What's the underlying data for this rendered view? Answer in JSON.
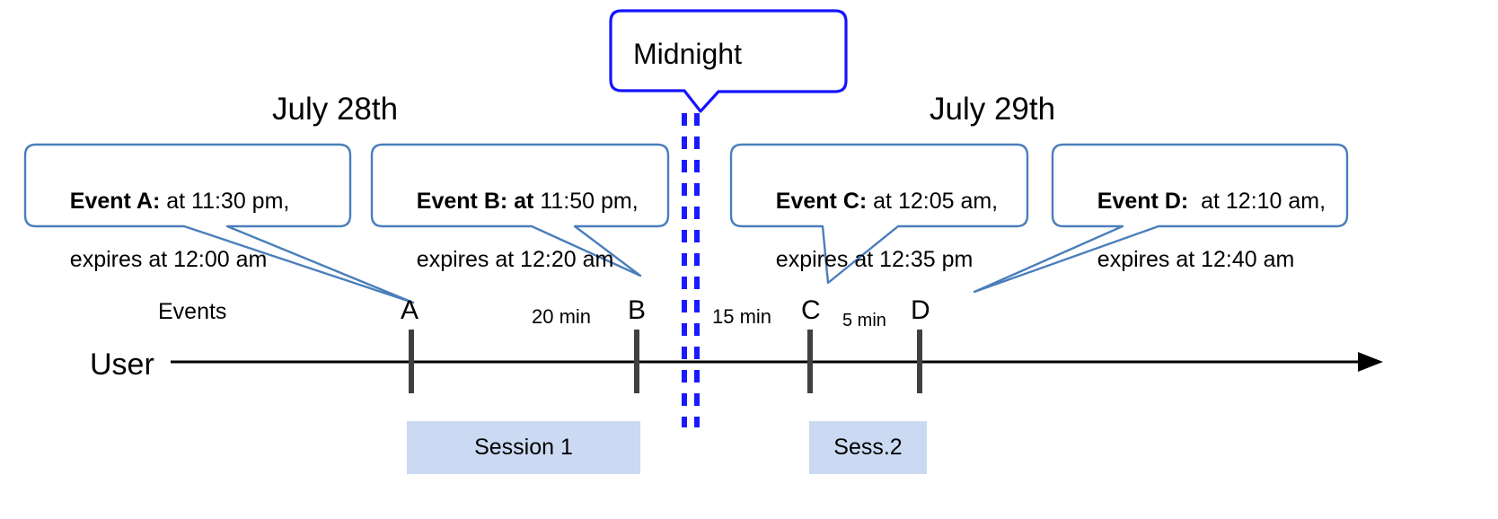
{
  "diagram": {
    "title_callout": {
      "label": "Midnight"
    },
    "dates": [
      {
        "label": "July 28th"
      },
      {
        "label": "July 29th"
      }
    ],
    "row_labels": {
      "events": "Events",
      "user": "User"
    },
    "event_callouts": [
      {
        "id": "event-a",
        "bold": "Event A:",
        "rest": " at 11:30 pm,",
        "line2": "expires at 12:00 am"
      },
      {
        "id": "event-b",
        "bold": "Event B: at",
        "rest": " 11:50 pm,",
        "line2": "expires at 12:20 am"
      },
      {
        "id": "event-c",
        "bold": "Event C:",
        "rest": " at 12:05 am,",
        "line2": "expires at 12:35 pm"
      },
      {
        "id": "event-d",
        "bold": "Event D:",
        "rest": "  at 12:10 am,",
        "line2": "expires at 12:40 am"
      }
    ],
    "markers": [
      {
        "id": "marker-a",
        "label": "A"
      },
      {
        "id": "marker-b",
        "label": "B"
      },
      {
        "id": "marker-c",
        "label": "C"
      },
      {
        "id": "marker-d",
        "label": "D"
      }
    ],
    "gaps": [
      {
        "id": "gap-ab",
        "label": "20 min"
      },
      {
        "id": "gap-bc",
        "label": "15 min"
      },
      {
        "id": "gap-cd",
        "label": "5 min"
      }
    ],
    "sessions": [
      {
        "id": "session-1",
        "label": "Session 1"
      },
      {
        "id": "session-2",
        "label": "Sess.2"
      }
    ],
    "colors": {
      "callout_border": "#4a7ebb",
      "midnight_border": "#1414ff",
      "midnight_line": "#1a1aff",
      "session_fill": "#ccd9f2",
      "timeline": "#000000",
      "tick": "#404040"
    }
  }
}
